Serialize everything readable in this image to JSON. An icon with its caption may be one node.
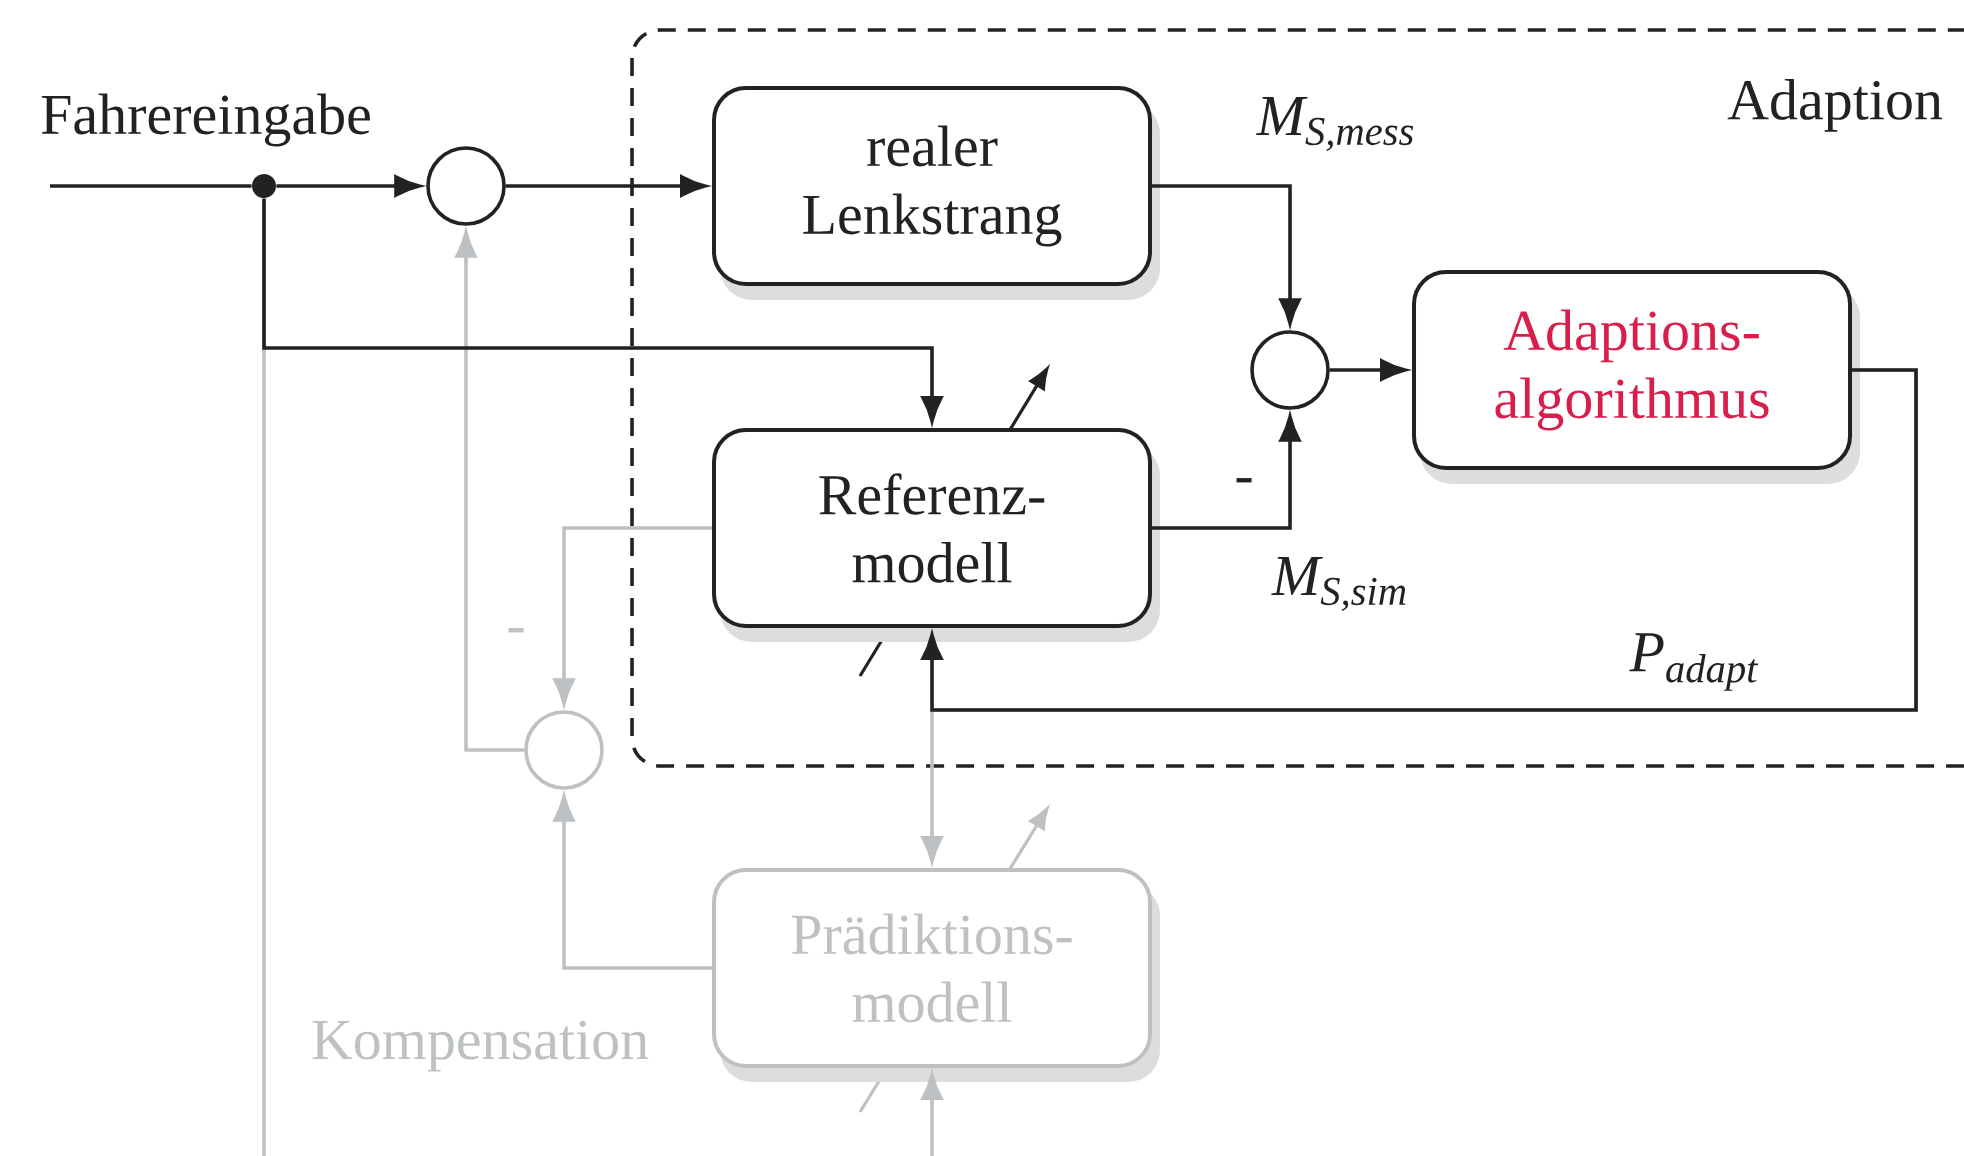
{
  "diagram": {
    "nodes": [
      {
        "text": [
          "Adaption"
        ]
      },
      {
        "text": [],
        "shape": "dot"
      },
      {
        "text": [],
        "shape": "circle"
      },
      {
        "text": [
          "realer Lenkstrang"
        ],
        "in": 0
      },
      {
        "text": [
          "Referenz- modell"
        ],
        "in": 0
      },
      {
        "text": [],
        "shape": "circle",
        "in": 0
      },
      {
        "text": [
          "Adaptions- algorithmus"
        ],
        "in": 0
      },
      {
        "text": [],
        "shape": "circle"
      },
      {
        "text": [
          "Prädiktions- modell"
        ]
      }
    ],
    "edges": [
      {
        "from": null,
        "to": 1,
        "arrow": "none"
      },
      {
        "from": 1,
        "to": 2,
        "arrow": "to"
      },
      {
        "from": 2,
        "to": 3,
        "arrow": "to"
      },
      {
        "from": 1,
        "to": 4,
        "arrow": "to"
      },
      {
        "from": 3,
        "to": 5,
        "arrow": "to",
        "label": "M$_{S,mess}$"
      },
      {
        "from": 4,
        "to": 5,
        "arrow": "to",
        "label": "M$_{S,sim}$"
      },
      {
        "from": 5,
        "to": 6,
        "arrow": "to"
      },
      {
        "from": 6,
        "to": 4,
        "arrow": "to",
        "label": "P$_{adapt}$"
      },
      {
        "from": 4,
        "to": 7,
        "arrow": "to",
        "color": "#bdc1c3"
      },
      {
        "from": 7,
        "to": 2,
        "arrow": "to",
        "color": "#bdc1c3"
      },
      {
        "from": 8,
        "to": 7,
        "arrow": "to",
        "color": "#bdc1c3"
      },
      {
        "from": 6,
        "to": 8,
        "arrow": "to",
        "color": "#bdc1c3"
      },
      {
        "from": 1,
        "to": null,
        "arrow": "none",
        "color": "#bdc1c3"
      },
      {
        "from": null,
        "to": 8,
        "arrow": "to",
        "color": "#bdc1c3"
      }
    ],
    "labels": [
      "Fahrereingabe",
      "-",
      "-",
      "Kompensation"
    ]
  }
}
